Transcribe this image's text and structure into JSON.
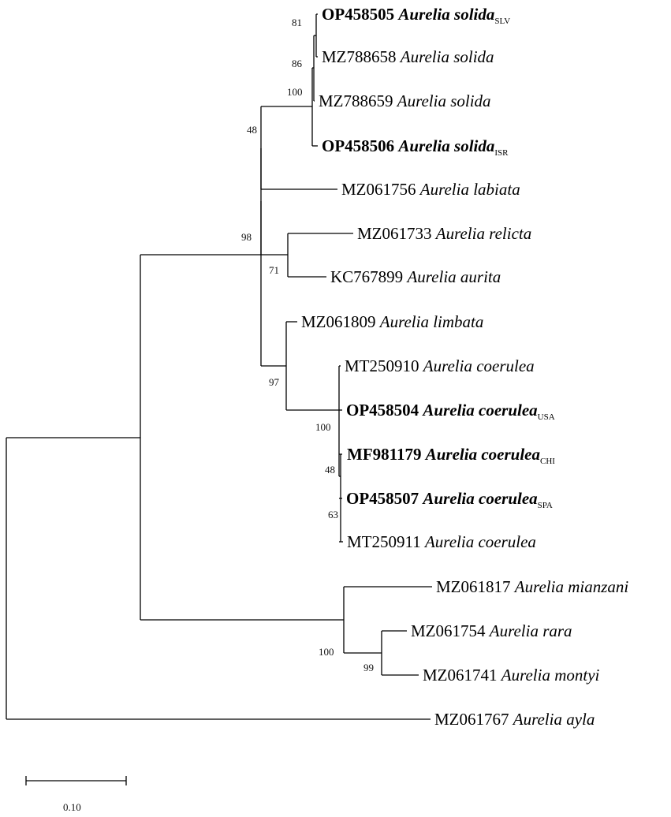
{
  "taxa": [
    {
      "id": "t1",
      "accession": "OP458505",
      "species": "Aurelia solida",
      "subscript": "SLV",
      "bold": true
    },
    {
      "id": "t2",
      "accession": "MZ788658",
      "species": "Aurelia solida",
      "subscript": "",
      "bold": false
    },
    {
      "id": "t3",
      "accession": "MZ788659",
      "species": "Aurelia solida",
      "subscript": "",
      "bold": false
    },
    {
      "id": "t4",
      "accession": "OP458506",
      "species": "Aurelia solida",
      "subscript": "ISR",
      "bold": true
    },
    {
      "id": "t5",
      "accession": "MZ061756",
      "species": "Aurelia labiata",
      "subscript": "",
      "bold": false
    },
    {
      "id": "t6",
      "accession": "MZ061733",
      "species": "Aurelia relicta",
      "subscript": "",
      "bold": false
    },
    {
      "id": "t7",
      "accession": "KC767899",
      "species": "Aurelia aurita",
      "subscript": "",
      "bold": false
    },
    {
      "id": "t8",
      "accession": "MZ061809",
      "species": "Aurelia limbata",
      "subscript": "",
      "bold": false
    },
    {
      "id": "t9",
      "accession": "MT250910",
      "species": "Aurelia coerulea",
      "subscript": "",
      "bold": false
    },
    {
      "id": "t10",
      "accession": "OP458504",
      "species": "Aurelia coerulea",
      "subscript": "USA",
      "bold": true
    },
    {
      "id": "t11",
      "accession": "MF981179",
      "species": "Aurelia coerulea",
      "subscript": "CHI",
      "bold": true
    },
    {
      "id": "t12",
      "accession": "OP458507",
      "species": "Aurelia coerulea",
      "subscript": "SPA",
      "bold": true
    },
    {
      "id": "t13",
      "accession": "MT250911",
      "species": "Aurelia coerulea",
      "subscript": "",
      "bold": false
    },
    {
      "id": "t14",
      "accession": "MZ061817",
      "species": "Aurelia mianzani",
      "subscript": "",
      "bold": false
    },
    {
      "id": "t15",
      "accession": "MZ061754",
      "species": "Aurelia rara",
      "subscript": "",
      "bold": false
    },
    {
      "id": "t16",
      "accession": "MZ061741",
      "species": "Aurelia montyi",
      "subscript": "",
      "bold": false
    },
    {
      "id": "t17",
      "accession": "MZ061767",
      "species": "Aurelia ayla",
      "subscript": "",
      "bold": false
    }
  ],
  "supports": [
    "81",
    "86",
    "100",
    "48",
    "98",
    "71",
    "97",
    "100",
    "48",
    "63",
    "100",
    "99"
  ],
  "scale_bar": {
    "label": "0.10"
  }
}
